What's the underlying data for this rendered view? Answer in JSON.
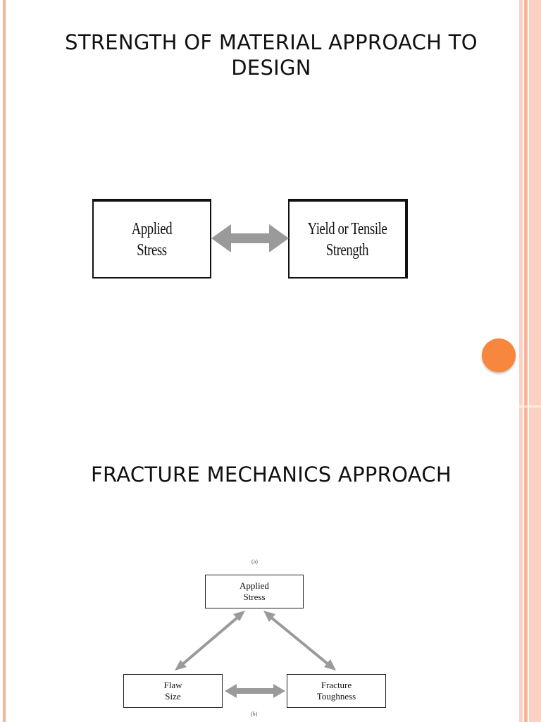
{
  "colors": {
    "accent_orange": "#f7873c",
    "band_light": "#fbd2c1",
    "band_mid": "#f6b59b",
    "arrow_gray": "#9a9a9a"
  },
  "slide": {
    "title_top": "STRENGTH OF MATERIAL APPROACH TO DESIGN",
    "title_bottom": "FRACTURE MECHANICS APPROACH"
  },
  "diagram_a": {
    "left_box": "Applied\nStress",
    "right_box": "Yield or Tensile\nStrength"
  },
  "diagram_b": {
    "caption_top": "(a)",
    "top_box": "Applied\nStress",
    "left_box": "Flaw\nSize",
    "right_box": "Fracture\nToughness",
    "caption_bottom": "(b)"
  }
}
